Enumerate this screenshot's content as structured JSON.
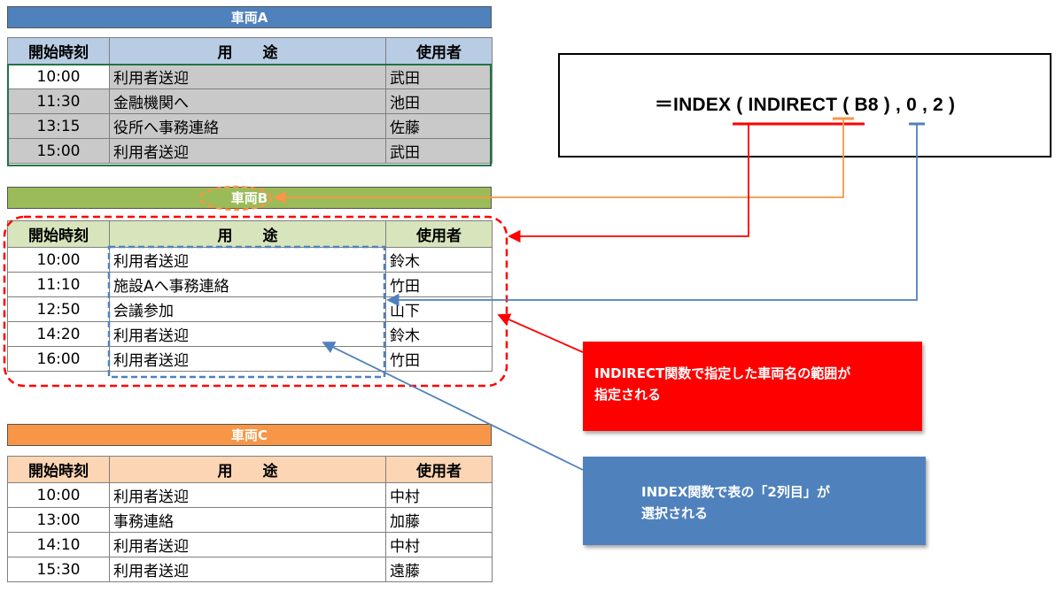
{
  "headers": {
    "start_time": "開始時刻",
    "purpose": "用　　途",
    "user": "使用者"
  },
  "vehicles": [
    {
      "name": "車両A",
      "color": "#4f81bd",
      "rows": [
        {
          "time": "10:00",
          "purpose": "利用者送迎",
          "user": "武田"
        },
        {
          "time": "11:30",
          "purpose": "金融機関へ",
          "user": "池田"
        },
        {
          "time": "13:15",
          "purpose": "役所へ事務連絡",
          "user": "佐藤"
        },
        {
          "time": "15:00",
          "purpose": "利用者送迎",
          "user": "武田"
        }
      ]
    },
    {
      "name": "車両B",
      "color": "#9bbb59",
      "rows": [
        {
          "time": "10:00",
          "purpose": "利用者送迎",
          "user": "鈴木"
        },
        {
          "time": "11:10",
          "purpose": "施設Aへ事務連絡",
          "user": "竹田"
        },
        {
          "time": "12:50",
          "purpose": "会議参加",
          "user": "山下"
        },
        {
          "time": "14:20",
          "purpose": "利用者送迎",
          "user": "鈴木"
        },
        {
          "time": "16:00",
          "purpose": "利用者送迎",
          "user": "竹田"
        }
      ]
    },
    {
      "name": "車両C",
      "color": "#f79646",
      "rows": [
        {
          "time": "10:00",
          "purpose": "利用者送迎",
          "user": "中村"
        },
        {
          "time": "13:00",
          "purpose": "事務連絡",
          "user": "加藤"
        },
        {
          "time": "14:10",
          "purpose": "利用者送迎",
          "user": "中村"
        },
        {
          "time": "15:30",
          "purpose": "利用者送迎",
          "user": "遠藤"
        }
      ]
    }
  ],
  "formula": {
    "text": "＝INDEX ( INDIRECT ( B8 ) , 0 , 2 )"
  },
  "callouts": {
    "indirect": {
      "line1": "INDIRECT関数で指定した車両名の範囲が",
      "line2": "指定される",
      "color": "#ff0000"
    },
    "index": {
      "line1": "INDEX関数で表の「2列目」が",
      "line2": "選択される",
      "color": "#4f81bd"
    }
  },
  "annotation_colors": {
    "red": "#ff0000",
    "orange": "#f79646",
    "blue": "#4f81bd"
  }
}
